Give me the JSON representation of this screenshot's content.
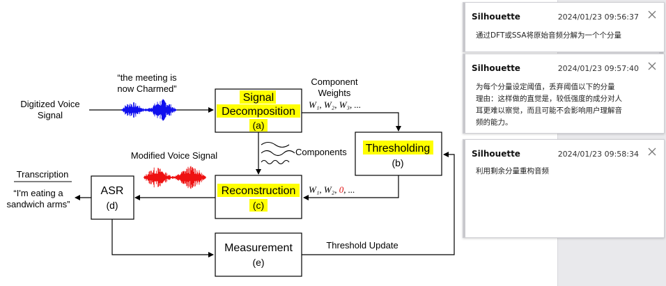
{
  "diagram": {
    "input_label_1": "Digitized Voice",
    "input_label_2": "Signal",
    "quote_1": "“the meeting is",
    "quote_2": "now Charmed”",
    "comp_weights_1": "Component",
    "comp_weights_2": "Weights",
    "weights_full": "W₁, W₂, W₃, ...",
    "signal_decomp_1": "Signal",
    "signal_decomp_2": "Decomposition",
    "signal_decomp_3": "(a)",
    "thresholding_1": "Thresholding",
    "thresholding_2": "(b)",
    "components": "Components",
    "modified_voice": "Modified Voice Signal",
    "transcription": "Transcription",
    "output_1": "“I'm eating a",
    "output_2": "sandwich arms”",
    "asr_1": "ASR",
    "asr_2": "(d)",
    "recon_1": "Reconstruction",
    "recon_2": "(c)",
    "weights_masked_prefix": "W₁, W₂, ",
    "weights_masked_zero": "0",
    "weights_masked_suffix": ", ...",
    "measurement_1": "Measurement",
    "measurement_2": "(e)",
    "threshold_update": "Threshold Update"
  },
  "comments": [
    {
      "author": "Silhouette",
      "time": "2024/01/23 09:56:37",
      "text": [
        "通过DFT或SSA将原始音频分解为一个个分量"
      ]
    },
    {
      "author": "Silhouette",
      "time": "2024/01/23 09:57:40",
      "text": [
        "为每个分量设定阈值，丢弃阈值以下的分量",
        "理由：这样做的直觉是，较低强度的成分对人",
        "耳更难以察觉，而且可能不会影响用户理解音",
        "频的能力。"
      ]
    },
    {
      "author": "Silhouette",
      "time": "2024/01/23 09:58:34",
      "text": [
        "利用剩余分量重构音频"
      ]
    }
  ],
  "colors": {
    "highlight": "#ffff00",
    "wave_blue": "#1010ee",
    "wave_red": "#ee1111",
    "zero": "#e01010"
  }
}
